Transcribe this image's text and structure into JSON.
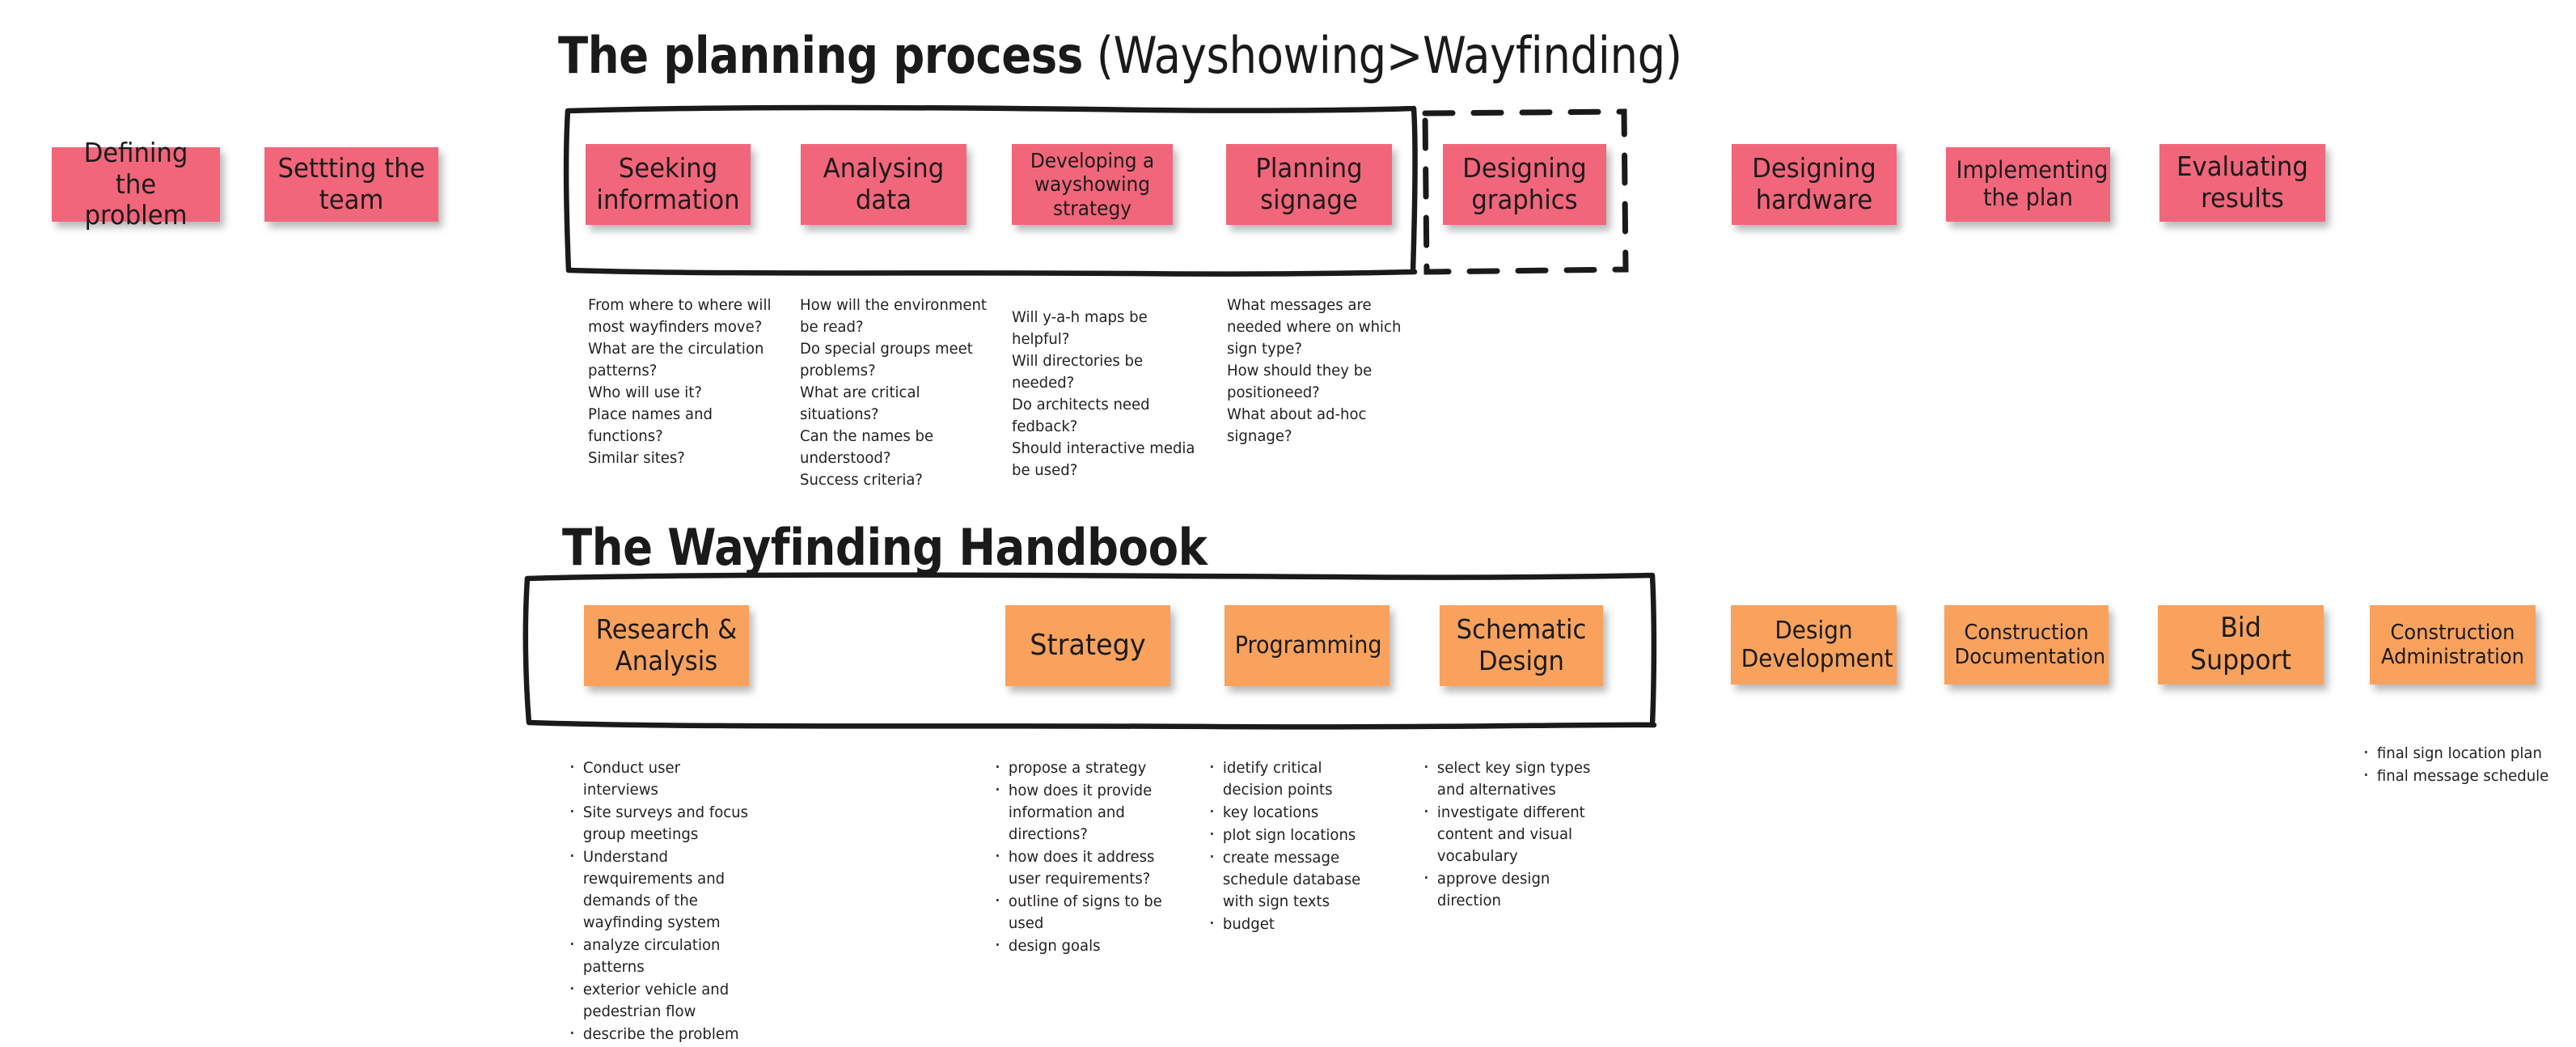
{
  "colors": {
    "pink": "#f2667b",
    "orange": "#f9a25d",
    "ink": "#1a1a1a",
    "body_text": "#231f20",
    "background": "#ffffff"
  },
  "sections": {
    "planning": {
      "title_bold": "The planning process",
      "title_regular": " (Wayshowing>Wayfinding)"
    },
    "handbook": {
      "title": "The Wayfinding Handbook"
    }
  },
  "planning_cards": [
    {
      "label": "Defining the\nproblem",
      "group": "outside-left"
    },
    {
      "label": "Settting the\nteam",
      "group": "outside-left"
    },
    {
      "label": "Seeking\ninformation",
      "group": "bracketed"
    },
    {
      "label": "Analysing\ndata",
      "group": "bracketed"
    },
    {
      "label": "Developing a\nwayshowing\nstrategy",
      "group": "bracketed"
    },
    {
      "label": "Planning\nsignage",
      "group": "bracketed"
    },
    {
      "label": "Designing\ngraphics",
      "group": "dashed"
    },
    {
      "label": "Designing\nhardware",
      "group": "outside-right"
    },
    {
      "label": "Implementing\nthe plan",
      "group": "outside-right"
    },
    {
      "label": "Evaluating\nresults",
      "group": "outside-right"
    }
  ],
  "planning_notes": [
    {
      "under": "Seeking information",
      "text": "From where to where will\nmost wayfinders move?\nWhat are the circulation\npatterns?\nWho will use it?\nPlace names and\nfunctions?\nSimilar sites?"
    },
    {
      "under": "Analysing data",
      "text": "How will the environment\nbe read?\nDo special groups meet\nproblems?\nWhat are critical\nsituations?\nCan the names be\nunderstood?\nSuccess criteria?"
    },
    {
      "under": "Developing a wayshowing strategy",
      "text": "Will y-a-h maps be helpful?\nWill directories be\nneeded?\nDo architects need\nfedback?\nShould interactive media\nbe used?"
    },
    {
      "under": "Planning signage",
      "text": "What messages are\nneeded where on which\nsign type?\nHow should they be\npositioneed?\nWhat about ad-hoc\nsignage?"
    }
  ],
  "handbook_cards": [
    {
      "label": "Research &\nAnalysis",
      "group": "bracketed"
    },
    {
      "label": "Strategy",
      "group": "bracketed"
    },
    {
      "label": "Programming",
      "group": "bracketed"
    },
    {
      "label": "Schematic\nDesign",
      "group": "bracketed"
    },
    {
      "label": "Design\nDevelopment",
      "group": "outside-right"
    },
    {
      "label": "Construction\nDocumentation",
      "group": "outside-right"
    },
    {
      "label": "Bid\nSupport",
      "group": "outside-right"
    },
    {
      "label": "Construction\nAdministration",
      "group": "outside-right"
    }
  ],
  "handbook_bullets": [
    {
      "under": "Research & Analysis",
      "items": [
        "Conduct user interviews",
        "Site surveys and focus group meetings",
        "Understand rewquirements and demands of the wayfinding system",
        "analyze circulation patterns",
        "exterior vehicle and pedestrian flow",
        "describe the problem"
      ]
    },
    {
      "under": "Strategy",
      "items": [
        "propose a strategy",
        "how does it provide information and directions?",
        "how does it address user requirements?",
        "outline of signs to be used",
        "design goals"
      ]
    },
    {
      "under": "Programming",
      "items": [
        "idetify critical decision points",
        "key locations",
        "plot sign locations",
        "create message schedule database with sign texts",
        "budget"
      ]
    },
    {
      "under": "Schematic Design",
      "items": [
        "select key sign types and alternatives",
        "investigate different content and visual vocabulary",
        "approve design direction"
      ]
    },
    {
      "under": "Construction Administration",
      "items": [
        "final sign location plan",
        "final message schedule"
      ]
    }
  ]
}
